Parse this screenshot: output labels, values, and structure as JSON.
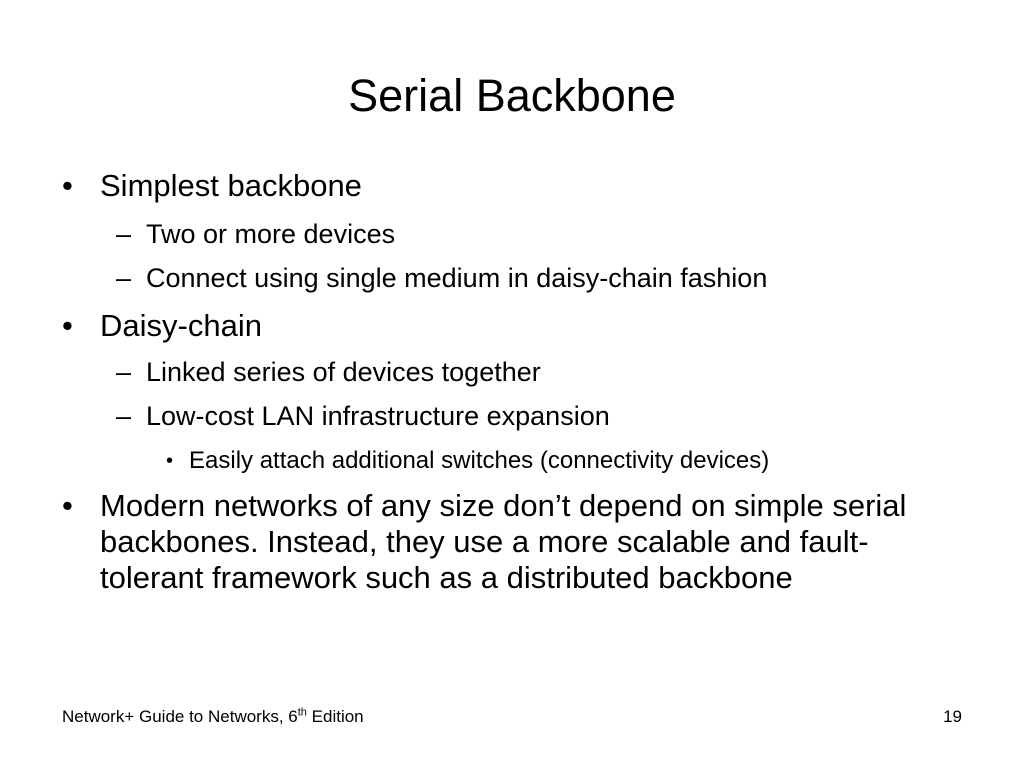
{
  "slide": {
    "title": "Serial Backbone",
    "bullets": [
      {
        "marker": "•",
        "text": "Simplest backbone",
        "children": [
          {
            "marker": "–",
            "text": "Two or more devices"
          },
          {
            "marker": "–",
            "text": "Connect using single medium in daisy-chain fashion"
          }
        ]
      },
      {
        "marker": "•",
        "text": "Daisy-chain",
        "children": [
          {
            "marker": "–",
            "text": "Linked series of devices together"
          },
          {
            "marker": "–",
            "text": "Low-cost LAN infrastructure expansion",
            "children": [
              {
                "marker": "•",
                "text": "Easily attach additional switches (connectivity devices)"
              }
            ]
          }
        ]
      },
      {
        "marker": "•",
        "text": "Modern networks of any size don’t depend on simple serial backbones. Instead, they use a more scalable and fault-tolerant framework such as a distributed backbone"
      }
    ]
  },
  "footer": {
    "source_prefix": "Network+ Guide to Networks, 6",
    "source_superscript": "th",
    "source_suffix": " Edition",
    "page_number": "19"
  }
}
